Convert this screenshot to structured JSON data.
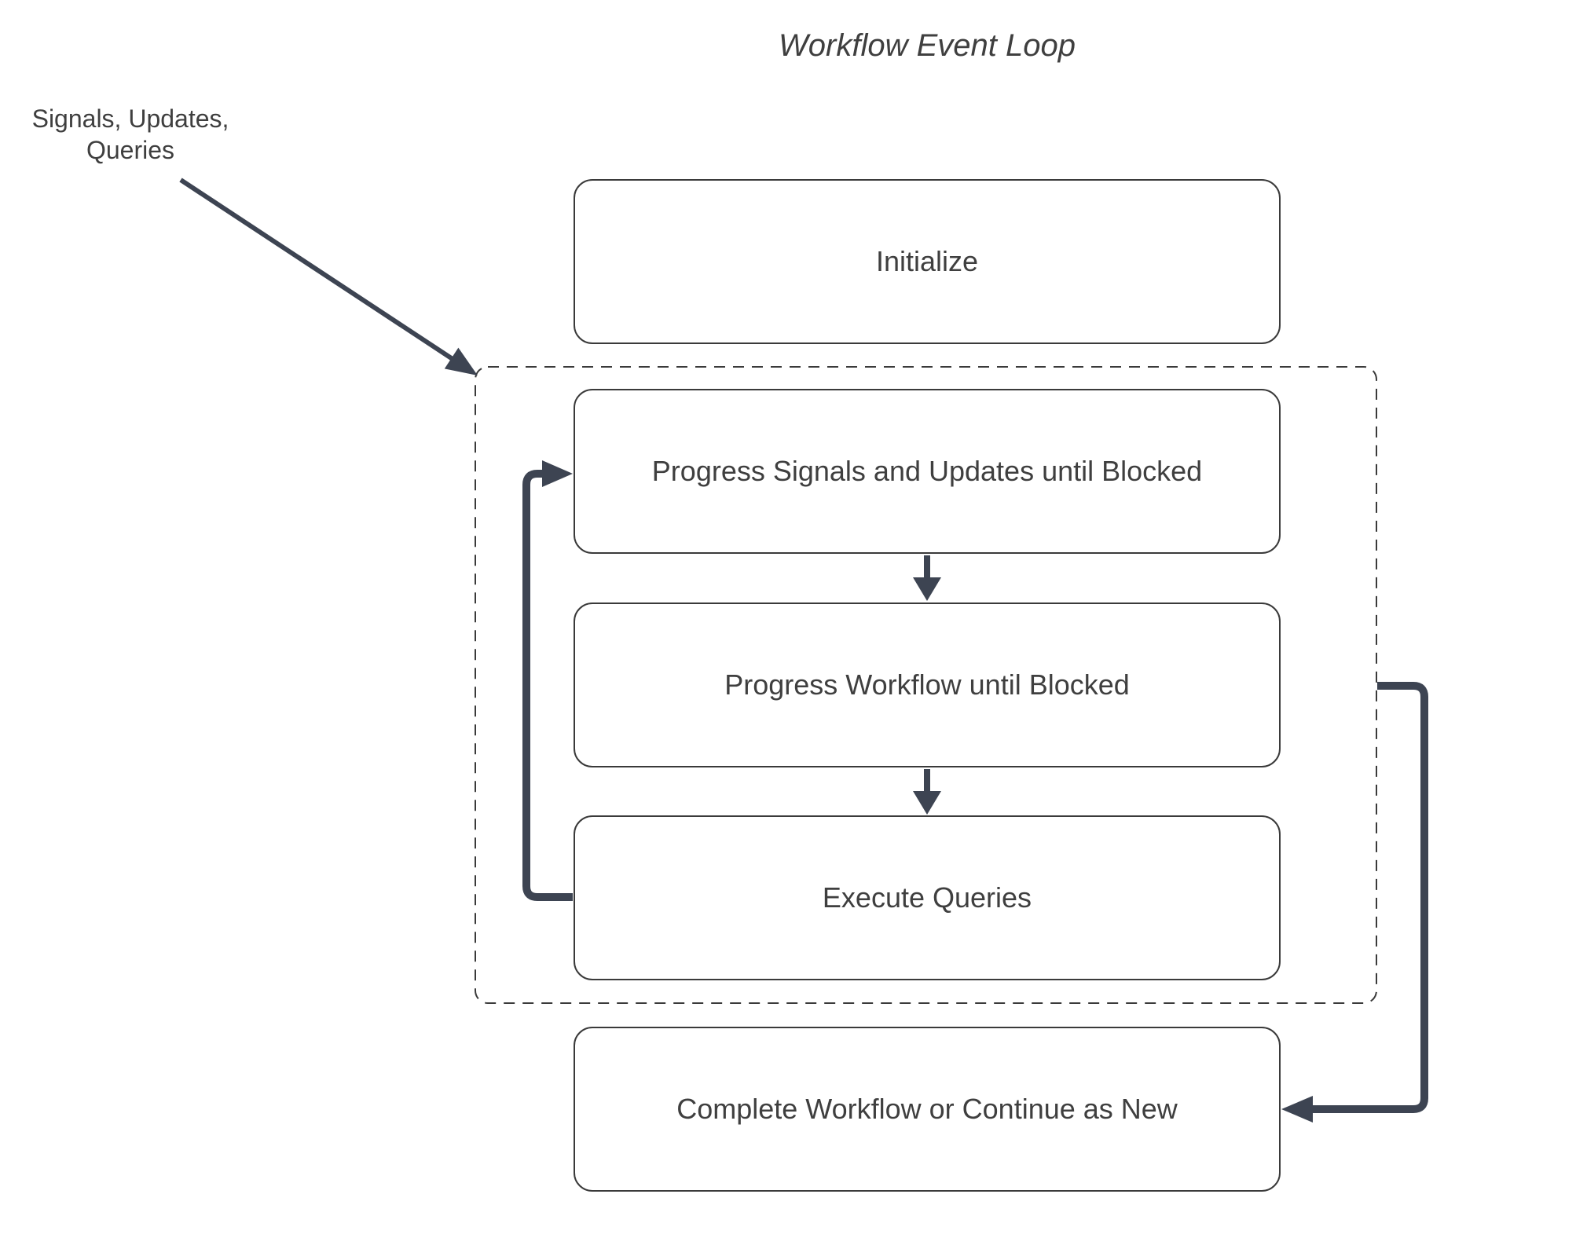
{
  "title": "Workflow Event Loop",
  "annotation": {
    "lines": [
      "Signals, Updates,",
      "Queries"
    ]
  },
  "nodes": [
    {
      "id": "initialize",
      "label": "Initialize"
    },
    {
      "id": "progress-signals",
      "label": "Progress Signals and Updates until Blocked"
    },
    {
      "id": "progress-workflow",
      "label": "Progress Workflow until Blocked"
    },
    {
      "id": "execute-queries",
      "label": "Execute Queries"
    },
    {
      "id": "complete-workflow",
      "label": "Complete Workflow or Continue as New"
    }
  ],
  "group": {
    "id": "event-loop-group",
    "style": "dashed",
    "contains": [
      "progress-signals",
      "progress-workflow",
      "execute-queries"
    ]
  },
  "edges": [
    {
      "from": "annotation",
      "to": "event-loop-group",
      "style": "thin-diagonal-arrow"
    },
    {
      "from": "progress-signals",
      "to": "progress-workflow",
      "style": "down-arrow"
    },
    {
      "from": "progress-workflow",
      "to": "execute-queries",
      "style": "down-arrow"
    },
    {
      "from": "execute-queries",
      "to": "progress-signals",
      "style": "thick-loop-back-arrow"
    },
    {
      "from": "event-loop-group",
      "to": "complete-workflow",
      "style": "thick-elbow-arrow"
    }
  ],
  "colors": {
    "connector": "#3d4452",
    "line": "#3a3a3a",
    "text": "#3f3f3f",
    "background": "#ffffff"
  }
}
